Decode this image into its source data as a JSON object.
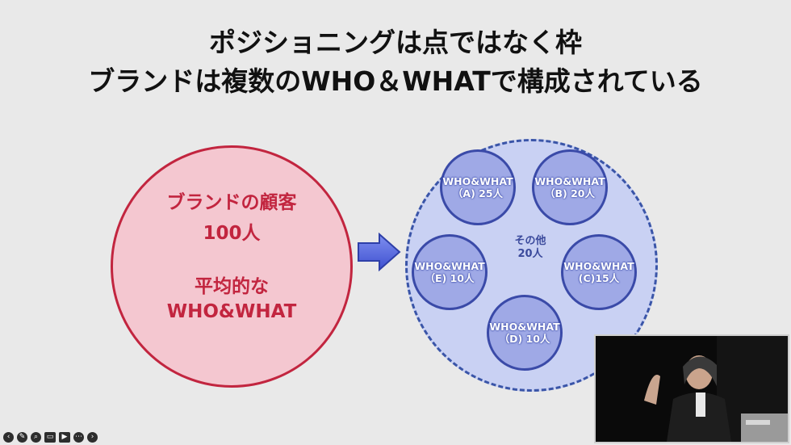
{
  "slide": {
    "title_line1": "ポジショニングは点ではなく枠",
    "title_line2": "ブランドは複数のWHO＆WHATで構成されている",
    "left_circle": {
      "line1": "ブランドの顧客",
      "line2": "100人",
      "line3": "平均的な",
      "line4": "WHO&WHAT"
    },
    "segments": [
      {
        "label": "WHO&WHAT",
        "detail": "（A) 25人"
      },
      {
        "label": "WHO&WHAT",
        "detail": "（B) 20人"
      },
      {
        "label": "WHO&WHAT",
        "detail": "（E) 10人"
      },
      {
        "label": "WHO&WHAT",
        "detail": "(C)15人"
      },
      {
        "label": "WHO&WHAT",
        "detail": "（D) 10人"
      }
    ],
    "other": {
      "line1": "その他",
      "line2": "20人"
    }
  },
  "colors": {
    "left_fill": "#f4c7d0",
    "left_accent": "#c2253f",
    "right_fill": "#c9d1f3",
    "right_accent": "#3a55a8",
    "arrow": "#5b6ee0"
  },
  "controls": [
    {
      "icon": "prev-icon"
    },
    {
      "icon": "pen-icon"
    },
    {
      "icon": "zoom-icon"
    },
    {
      "icon": "cc-icon"
    },
    {
      "icon": "camera-icon"
    },
    {
      "icon": "more-icon"
    },
    {
      "icon": "next-icon"
    }
  ]
}
